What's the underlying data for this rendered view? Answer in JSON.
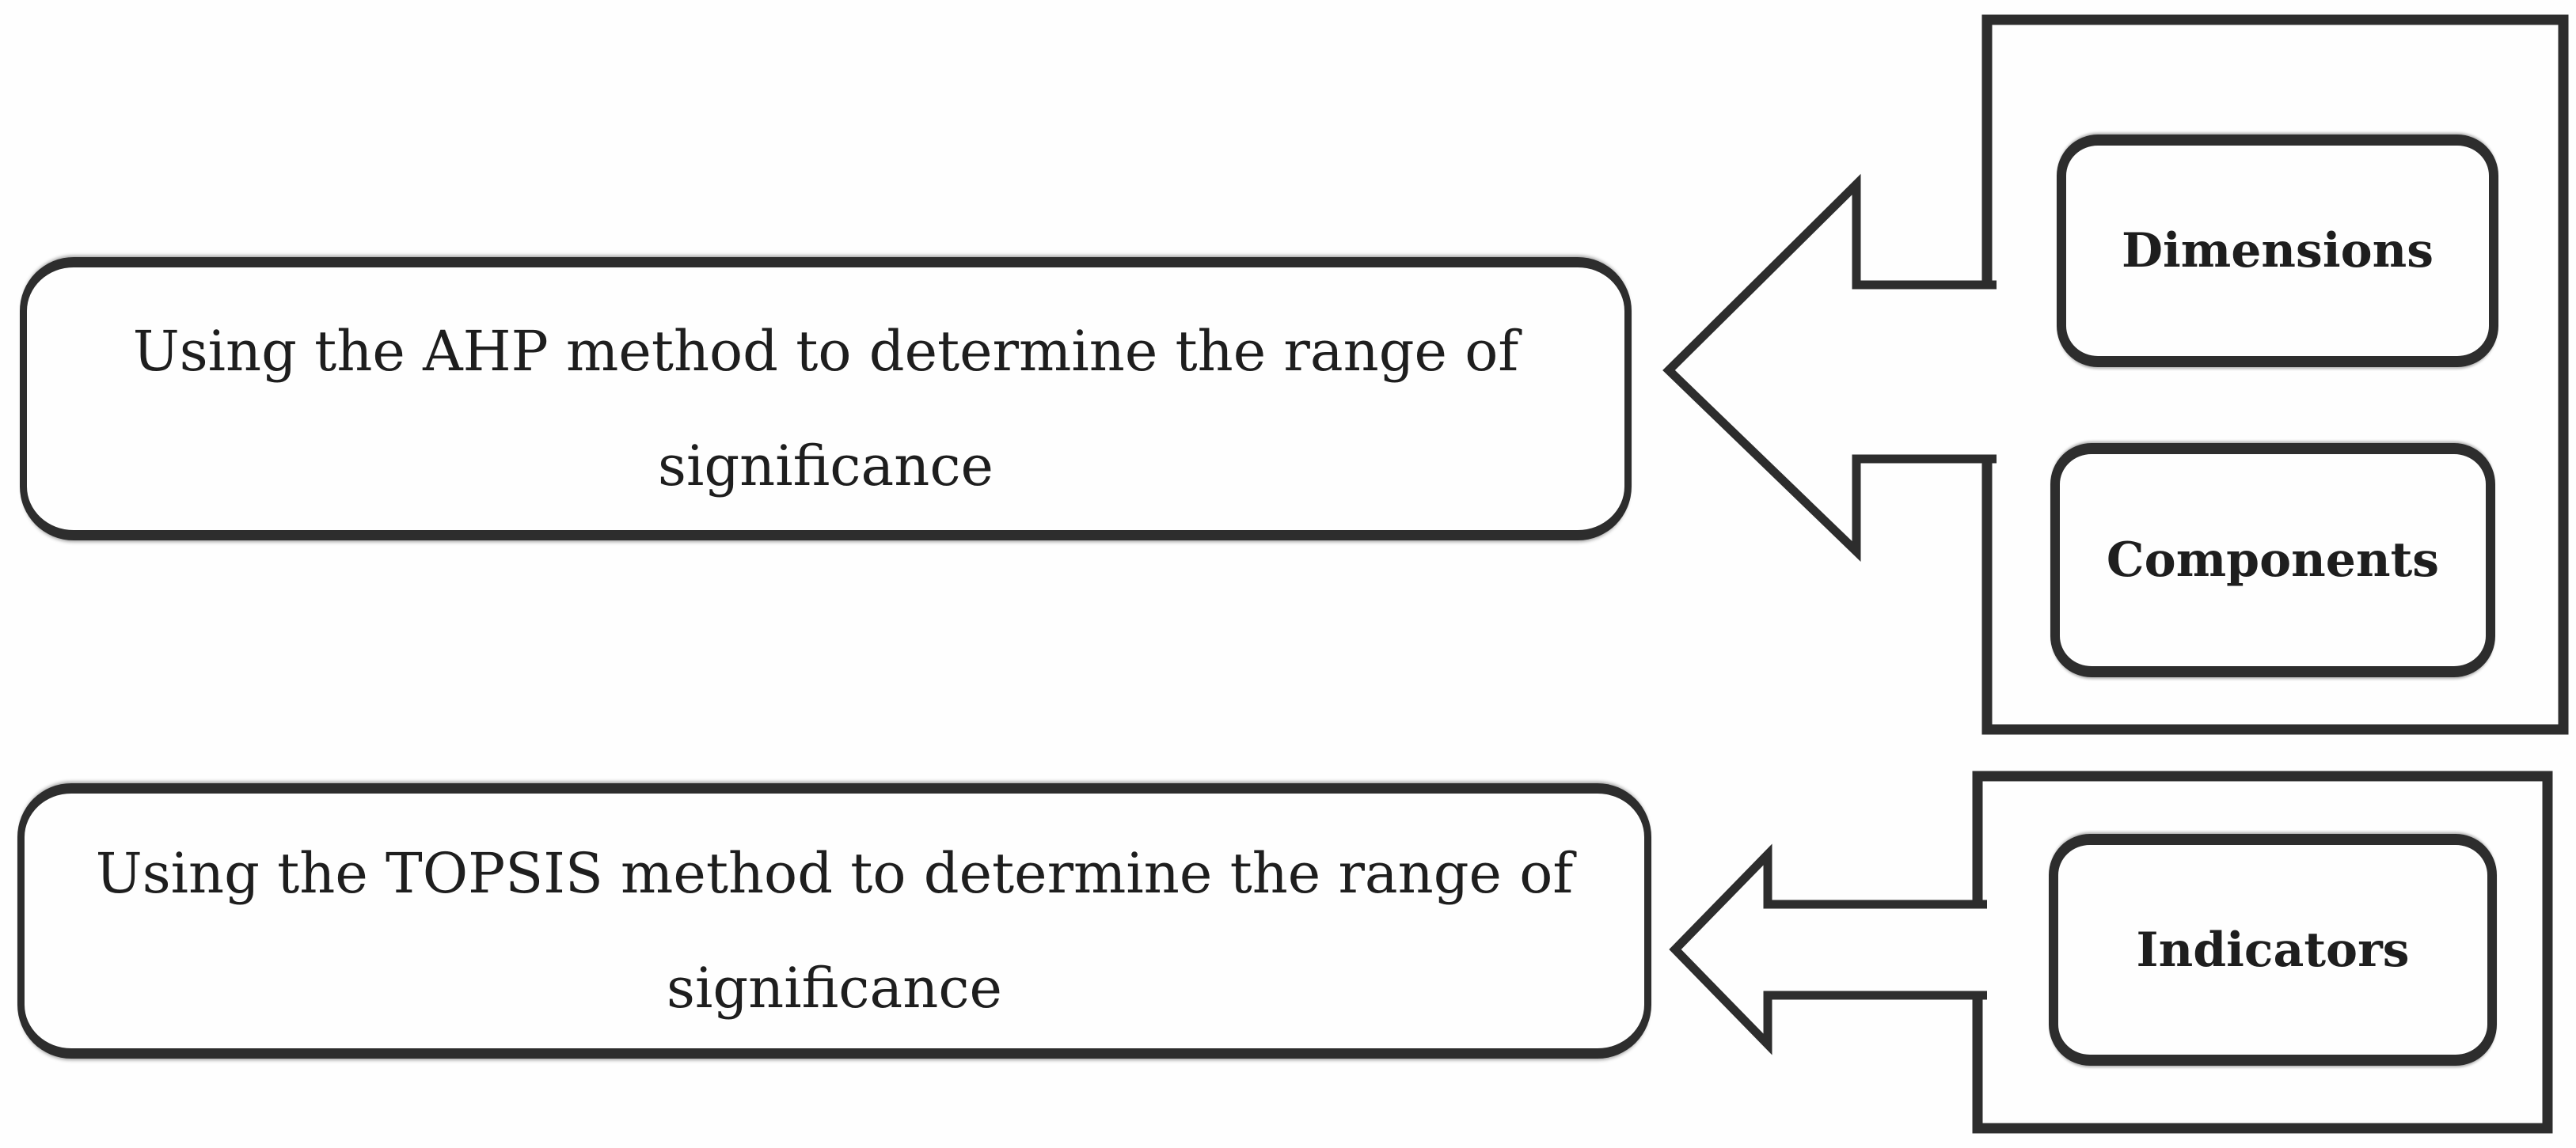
{
  "figure": {
    "background_color": "#fefefe",
    "line_color": "#2d2d2d",
    "text_color": "#1e1e1e"
  },
  "process_boxes": {
    "ahp": {
      "line1": "Using the AHP method to determine the range of",
      "line2": "significance"
    },
    "topsis": {
      "line1": "Using the TOPSIS method to determine the range of",
      "line2": "significance"
    }
  },
  "category_boxes": {
    "dimensions": {
      "label": "Dimensions"
    },
    "components": {
      "label": "Components"
    },
    "indicators": {
      "label": "Indicators"
    }
  }
}
